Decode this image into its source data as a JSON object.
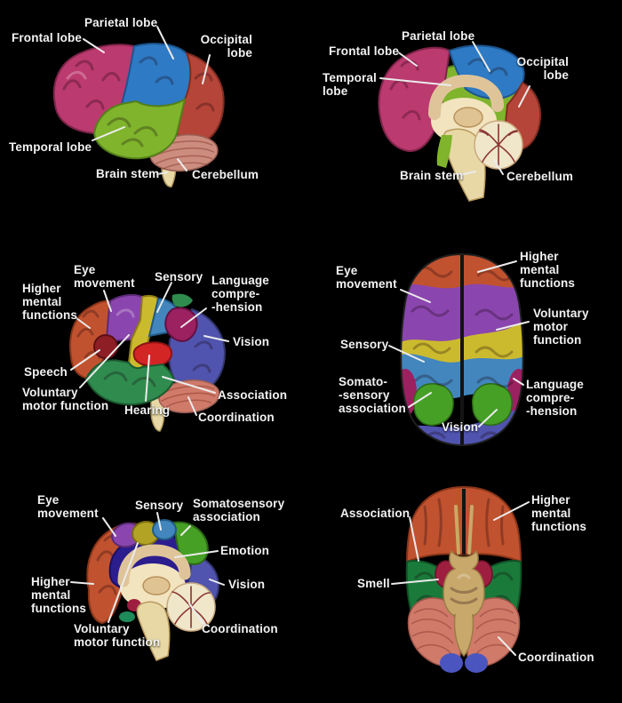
{
  "figure": {
    "background": "#000000",
    "label_color": "#f2f2f2",
    "leader_color": "#ebebeb"
  },
  "colors": {
    "frontal_lobe": "#bb3a6f",
    "parietal_lobe": "#2e7ac4",
    "occipital_lobe": "#b54538",
    "temporal_lobe": "#7fb42c",
    "cerebellum_outer": "#cc8d7f",
    "cerebellum_cut": "#f0e6ca",
    "brain_stem": "#e8d8a6",
    "corpus_callosum": "#dfc49a",
    "inner_cream": "#f2e4bf",
    "thalamus": "#e0c392",
    "higher_mental_functions": "#c1522f",
    "eye_movement": "#8a46ae",
    "voluntary_motor_function": "#ccba2e",
    "voluntary_motor_medial": "#b3a324",
    "sensory": "#4286bd",
    "language_comprehension": "#9c2161",
    "vision": "#5054ae",
    "speech": "#8e1e26",
    "hearing": "#d42525",
    "association_lateral": "#2f8c4e",
    "association_inferior": "#1a7a3a",
    "somatosensory_association": "#46a026",
    "emotion": "#2c1d8e",
    "smell": "#9e1e40",
    "coordination": "#d07a6a",
    "brainstem_inferior": "#c9a86b",
    "occipital_tip": "#4a55c0"
  },
  "panels": [
    {
      "id": "lateral-view-lobes",
      "labels": [
        {
          "text": "Frontal lobe"
        },
        {
          "text": "Parietal lobe"
        },
        {
          "text": "Occipital\nlobe"
        },
        {
          "text": "Temporal lobe"
        },
        {
          "text": "Brain stem"
        },
        {
          "text": "Cerebellum"
        }
      ]
    },
    {
      "id": "medial-view-lobes",
      "labels": [
        {
          "text": "Frontal lobe"
        },
        {
          "text": "Parietal lobe"
        },
        {
          "text": "Temporal\nlobe"
        },
        {
          "text": "Occipital\nlobe"
        },
        {
          "text": "Brain stem"
        },
        {
          "text": "Cerebellum"
        }
      ]
    },
    {
      "id": "lateral-view-functions",
      "labels": [
        {
          "text": "Higher\nmental\nfunctions"
        },
        {
          "text": "Eye\nmovement"
        },
        {
          "text": "Sensory"
        },
        {
          "text": "Language\ncompre-\n-hension"
        },
        {
          "text": "Vision"
        },
        {
          "text": "Speech"
        },
        {
          "text": "Voluntary\nmotor function"
        },
        {
          "text": "Hearing"
        },
        {
          "text": "Association"
        },
        {
          "text": "Coordination"
        }
      ]
    },
    {
      "id": "superior-view-functions",
      "labels": [
        {
          "text": "Eye\nmovement"
        },
        {
          "text": "Higher\nmental\nfunctions"
        },
        {
          "text": "Voluntary\nmotor\nfunction"
        },
        {
          "text": "Sensory"
        },
        {
          "text": "Somato-\n-sensory\nassociation"
        },
        {
          "text": "Language\ncompre-\n-hension"
        },
        {
          "text": "Vision"
        }
      ]
    },
    {
      "id": "medial-view-functions",
      "labels": [
        {
          "text": "Eye\nmovement"
        },
        {
          "text": "Sensory"
        },
        {
          "text": "Somatosensory\nassociation"
        },
        {
          "text": "Emotion"
        },
        {
          "text": "Higher\nmental\nfunctions"
        },
        {
          "text": "Vision"
        },
        {
          "text": "Voluntary\nmotor function"
        },
        {
          "text": "Coordination"
        }
      ]
    },
    {
      "id": "inferior-view-functions",
      "labels": [
        {
          "text": "Association"
        },
        {
          "text": "Higher\nmental\nfunctions"
        },
        {
          "text": "Smell"
        },
        {
          "text": "Coordination"
        }
      ]
    }
  ]
}
